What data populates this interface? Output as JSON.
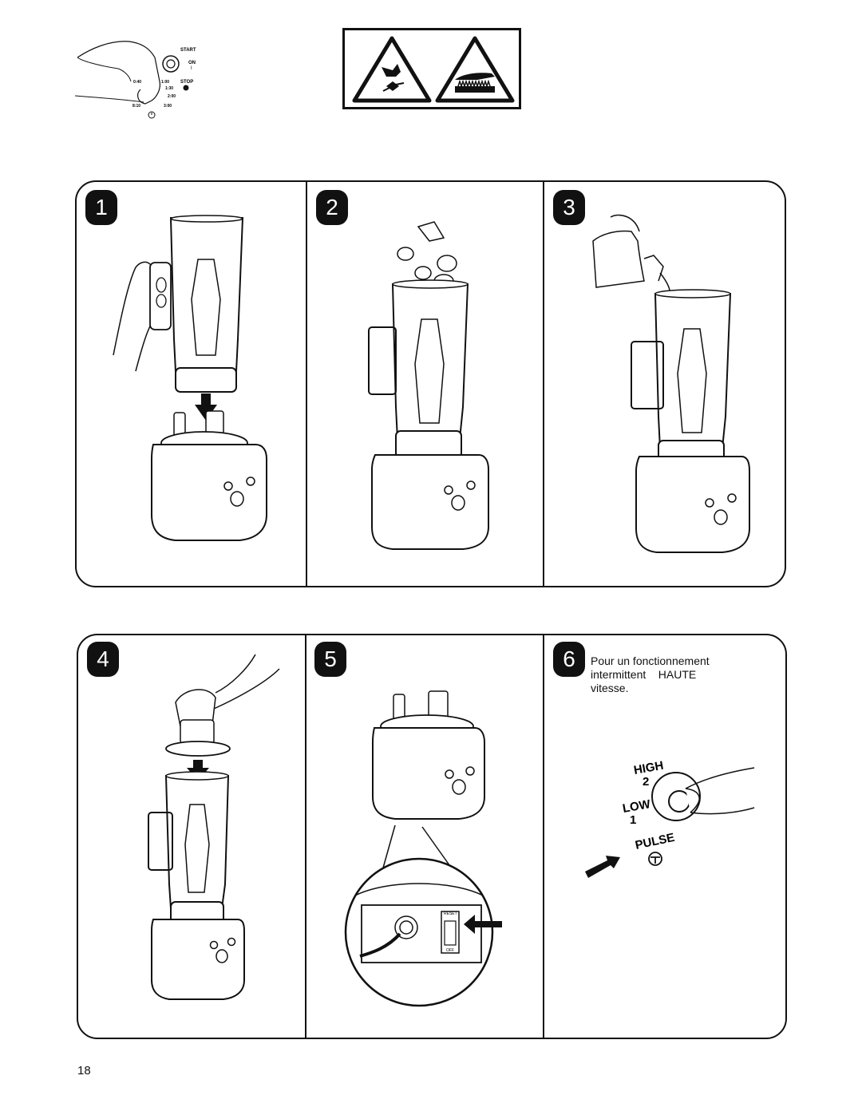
{
  "timer_dial": {
    "labels": [
      "START",
      "ON",
      "I",
      "STOP",
      "0:40",
      "1:00",
      "1:30",
      "2:00",
      "8:10",
      "3:00"
    ]
  },
  "warning_icons": [
    "hand-blade-hazard-icon",
    "hot-surface-hazard-icon"
  ],
  "steps": [
    {
      "number": "1"
    },
    {
      "number": "2"
    },
    {
      "number": "3"
    },
    {
      "number": "4"
    },
    {
      "number": "5"
    },
    {
      "number": "6",
      "text_lines": [
        "Pour un fonctionnement",
        "intermittent    HAUTE",
        "vitesse."
      ]
    }
  ],
  "switch_labels": {
    "reset": "RESET",
    "off": "OFF"
  },
  "speed_dial": {
    "high": "HIGH",
    "high_num": "2",
    "low": "LOW",
    "low_num": "1",
    "pulse": "PULSE"
  },
  "page_number": "18"
}
